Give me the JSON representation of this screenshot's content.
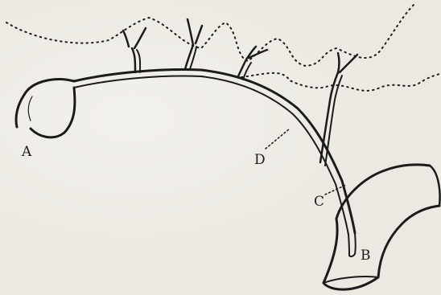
{
  "figure": {
    "labels": {
      "a": "A",
      "b": "B",
      "c": "C",
      "d": "D"
    },
    "ink_color": "#1b1b1b",
    "paper_color": "#ece9e2"
  }
}
